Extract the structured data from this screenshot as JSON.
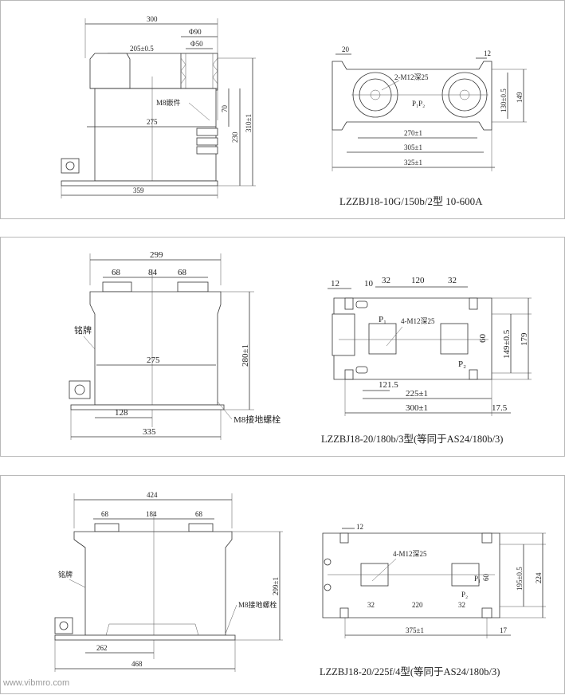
{
  "panel1": {
    "front": {
      "d_300": "300",
      "d_phi90": "Φ90",
      "d_phi50": "Φ50",
      "d_205": "205±0.5",
      "d_275": "275",
      "d_359": "359",
      "d_70": "70",
      "d_230": "230",
      "d_310": "310±1",
      "label_m8": "M8嵌件"
    },
    "top": {
      "d_20": "20",
      "d_12": "12",
      "d_270": "270±1",
      "d_305": "305±1",
      "d_325": "325±1",
      "d_130": "130±0.5",
      "d_149": "149",
      "label_m12": "2-M12深25",
      "label_p": "P₁P₂"
    },
    "caption": "LZZBJ18-10G/150b/2型 10-600A"
  },
  "panel2": {
    "front": {
      "d_299": "299",
      "d_68a": "68",
      "d_84": "84",
      "d_68b": "68",
      "d_275": "275",
      "d_128": "128",
      "d_335": "335",
      "d_280": "280±1",
      "label_nameplate": "铭牌",
      "label_m8": "M8接地螺栓"
    },
    "top": {
      "d_12": "12",
      "d_10": "10",
      "d_32a": "32",
      "d_120": "120",
      "d_32b": "32",
      "d_121": "121.5",
      "d_225": "225±1",
      "d_300": "300±1",
      "d_17": "17.5",
      "d_60": "60",
      "d_149": "149±0.5",
      "d_179": "179",
      "label_m12": "4-M12深25",
      "label_p1": "P₁",
      "label_p2": "P₂"
    },
    "caption": "LZZBJ18-20/180b/3型(等同于AS24/180b/3)"
  },
  "panel3": {
    "front": {
      "d_424": "424",
      "d_68a": "68",
      "d_184": "184",
      "d_68b": "68",
      "d_262": "262",
      "d_468": "468",
      "d_299": "299±1",
      "label_nameplate": "铭牌",
      "label_m8": "M8接地螺栓"
    },
    "top": {
      "d_12": "12",
      "d_32a": "32",
      "d_220": "220",
      "d_32b": "32",
      "d_375": "375±1",
      "d_17": "17",
      "d_60": "60",
      "d_195": "195±0.5",
      "d_224": "224",
      "label_m12": "4-M12深25",
      "label_p1": "P₁",
      "label_p2": "P₂"
    },
    "caption": "LZZBJ18-20/225f/4型(等同于AS24/180b/3)"
  },
  "watermark": "www.vibmro.com"
}
